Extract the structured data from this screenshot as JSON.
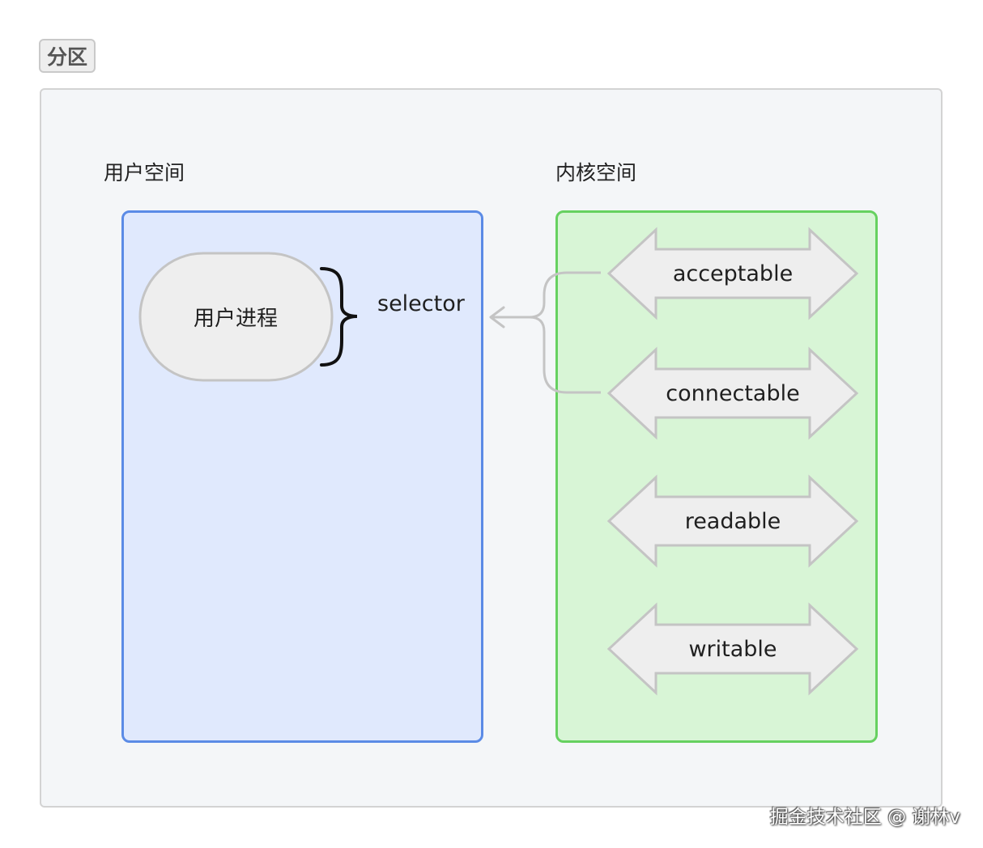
{
  "partition_label": "分区",
  "user_space": {
    "title": "用户空间",
    "process_label": "用户进程",
    "selector_label": "selector"
  },
  "kernel_space": {
    "title": "内核空间",
    "events": [
      "acceptable",
      "connectable",
      "readable",
      "writable"
    ]
  },
  "watermark": "掘金技术社区 @ 谢林v",
  "colors": {
    "user_border": "#5b8be6",
    "user_fill": "#e0e9fd",
    "kernel_border": "#66d160",
    "kernel_fill": "#d8f5d6",
    "shape_fill": "#eeeeee",
    "shape_stroke": "#c4c4c4"
  },
  "icons": {
    "brace": "right-curly-brace-icon",
    "arrow": "left-arrow-icon",
    "event_shape": "double-headed-arrow-icon"
  }
}
